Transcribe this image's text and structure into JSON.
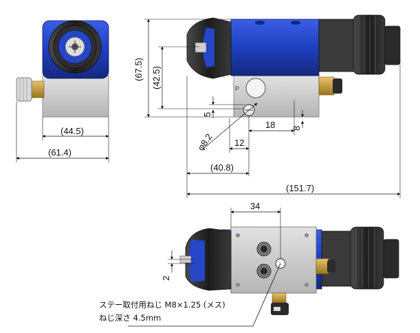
{
  "dimensions": {
    "front_width": "(44.5)",
    "front_total_width": "(61.4)",
    "side_height": "(67.5)",
    "side_height_inner": "(42.5)",
    "offset_5": "5",
    "offset_18": "18",
    "offset_8": "8",
    "hole_diameter": "φ8.2",
    "offset_12": "12",
    "offset_40_8": "(40.8)",
    "total_length": "(151.7)",
    "top_width_34": "34",
    "offset_2": "2"
  },
  "note": {
    "line1": "ステー取付用ねじ  M8×1.25 (メス)",
    "line2": "ねじ深さ  4.5mm"
  },
  "colors": {
    "body_blue": "#1f3fbf",
    "block_gray": "#c8c8c8",
    "knob_black": "#2a2a2a",
    "fitting_brass": "#c9a040"
  }
}
